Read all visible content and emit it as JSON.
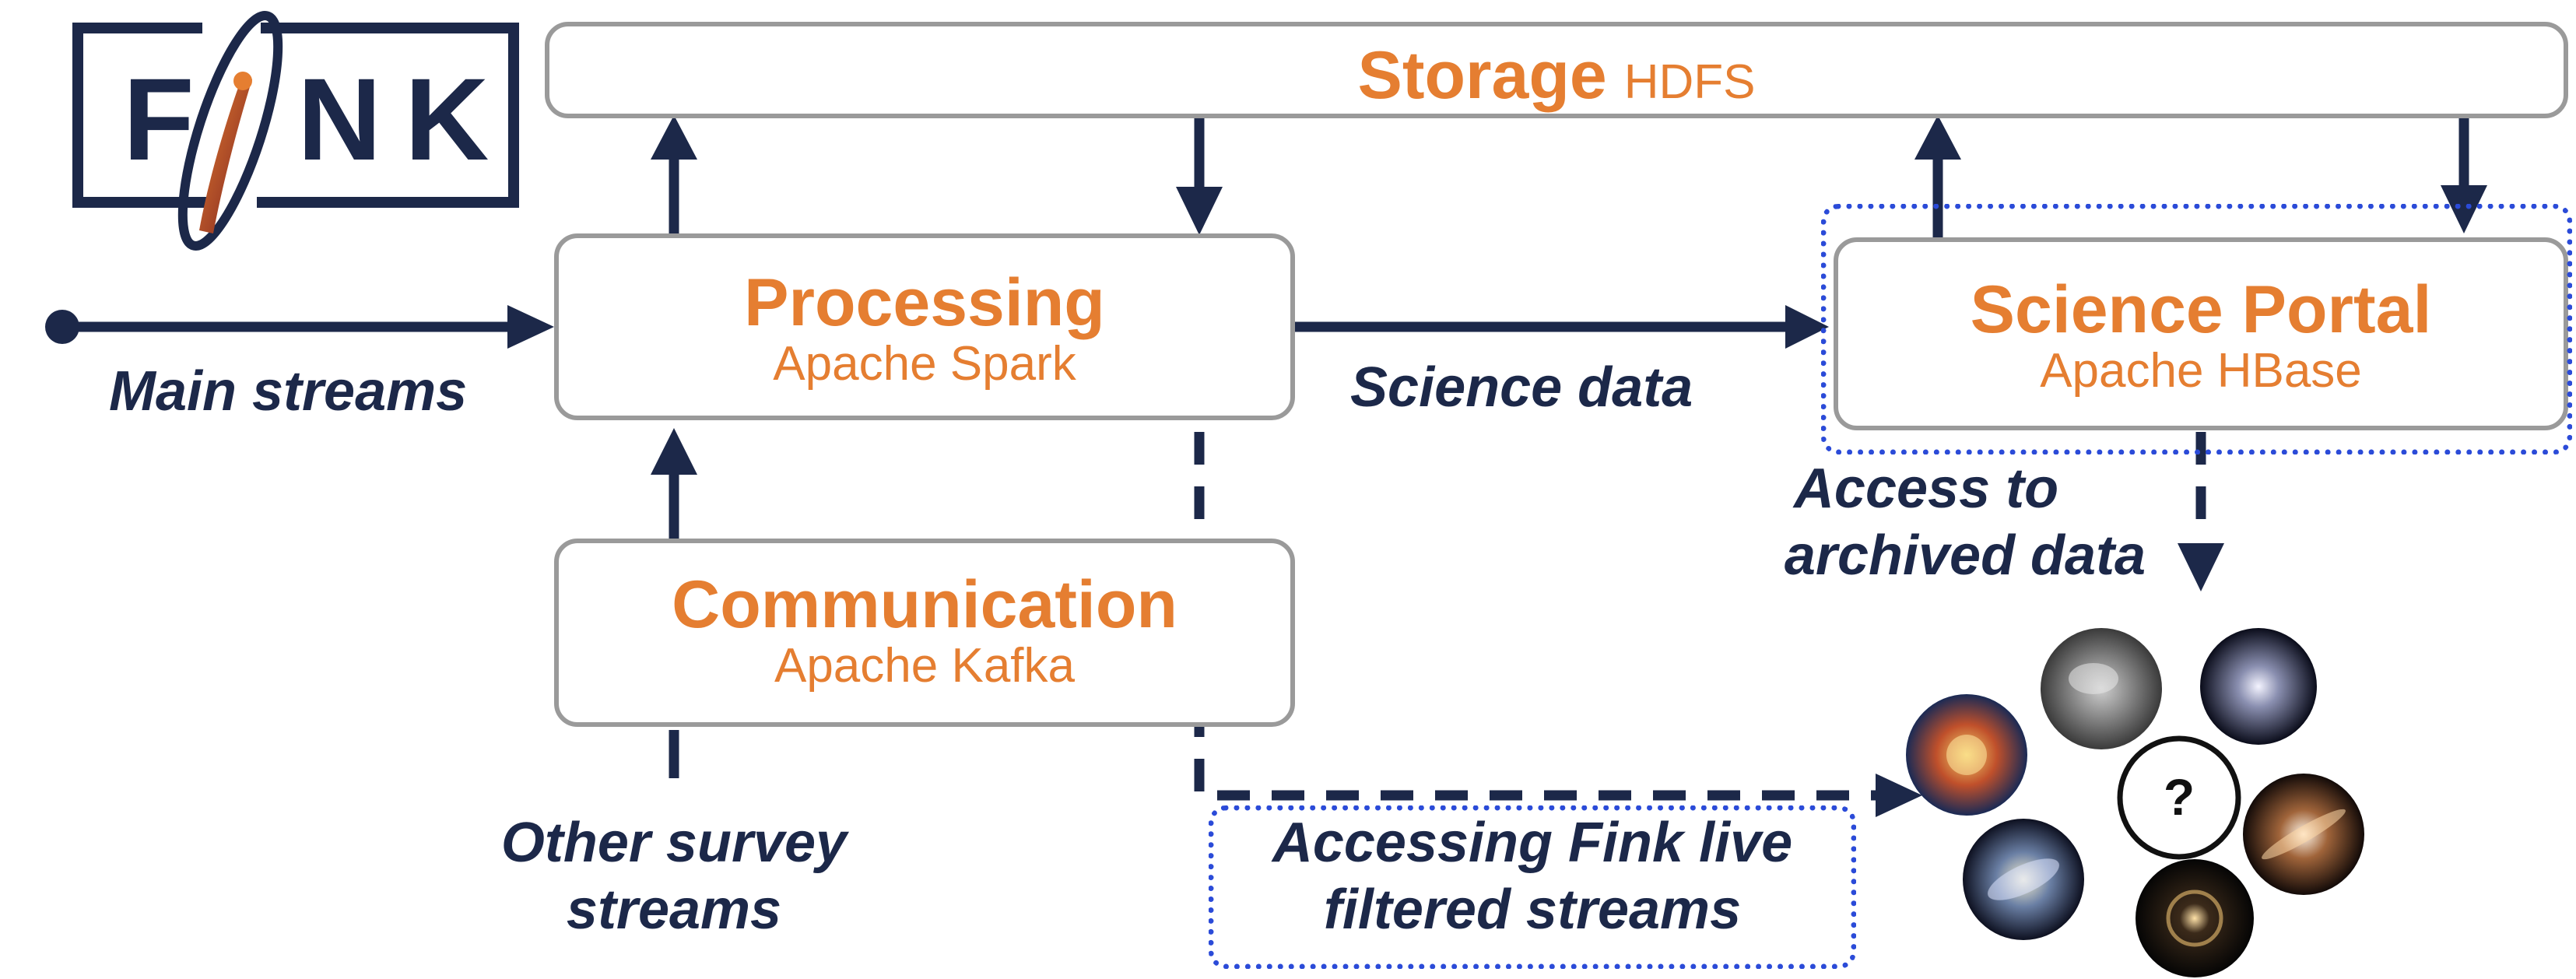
{
  "logo": {
    "letters": [
      "F",
      "N",
      "K"
    ]
  },
  "storage": {
    "title": "Storage",
    "subtitle": "HDFS"
  },
  "processing": {
    "title": "Processing",
    "subtitle": "Apache Spark"
  },
  "communication": {
    "title": "Communication",
    "subtitle": "Apache Kafka"
  },
  "science_portal": {
    "title": "Science Portal",
    "subtitle": "Apache HBase"
  },
  "labels": {
    "main_streams": "Main streams",
    "science_data": "Science data",
    "access_line1": "Access to",
    "access_line2": "archived data",
    "other_line1": "Other survey",
    "other_line2": "streams",
    "live_line1": "Accessing Fink live",
    "live_line2": "filtered streams",
    "question": "?"
  },
  "colors": {
    "orange": "#e57e31",
    "navy": "#1c2849",
    "border_gray": "#9a9a9a",
    "highlight_blue": "#2b4bd8"
  }
}
